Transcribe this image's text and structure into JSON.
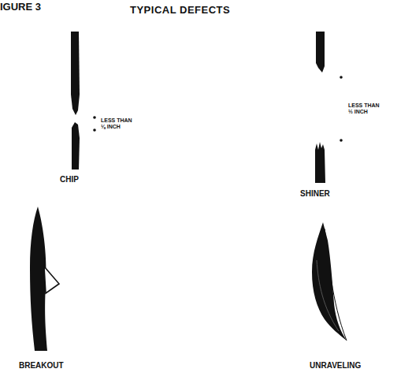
{
  "diagram": {
    "title": "TYPICAL DEFECTS",
    "labels": [
      "IGURE 3",
      "LESS THAN ⅛ INCH",
      "CHIP",
      "LESS THAN ½ INCH",
      "SHINER",
      "BREAKOUT",
      "UNRAVELING"
    ]
  }
}
